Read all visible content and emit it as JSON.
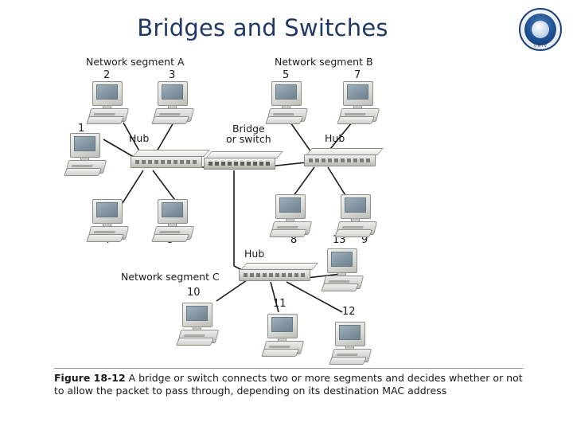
{
  "slide": {
    "title": "Bridges and Switches"
  },
  "logo": {
    "name": "university-seal-logo",
    "ring_text": "U N I V"
  },
  "figure": {
    "segments": [
      {
        "label": "Network segment A"
      },
      {
        "label": "Network segment B"
      },
      {
        "label": "Network segment C"
      }
    ],
    "devices": [
      {
        "label": "Hub"
      },
      {
        "label": "Hub"
      },
      {
        "label": "Hub"
      },
      {
        "label": "Bridge\nor switch"
      }
    ],
    "bridge_label_line1": "Bridge",
    "bridge_label_line2": "or switch",
    "hub_label": "Hub",
    "computer_numbers": [
      "1",
      "2",
      "3",
      "4",
      "5",
      "5",
      "7",
      "8",
      "9",
      "10",
      "11",
      "12",
      "13"
    ]
  },
  "caption": {
    "figure_number": "Figure 18-12",
    "text": "A bridge or switch connects two or more segments and decides whether or not to allow the packet to pass through, depending on its destination MAC address"
  }
}
